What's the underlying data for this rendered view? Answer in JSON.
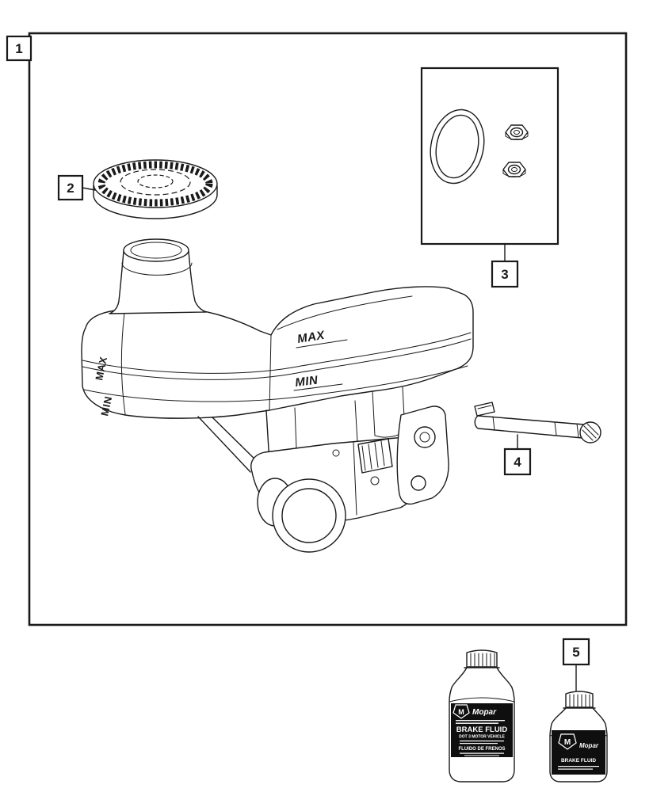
{
  "colors": {
    "background": "#ffffff",
    "ink": "#1a1a1a",
    "label_bg": "#0f0f0f",
    "label_text": "#ffffff"
  },
  "callouts": {
    "assembly": "1",
    "cap": "2",
    "hardware_kit": "3",
    "retainer_pin": "4",
    "brake_fluid": "5"
  },
  "reservoir_markings": {
    "top_max": "MAX",
    "top_min": "MIN",
    "side_max": "MAX",
    "side_min": "MIN"
  },
  "fluid_bottles": {
    "large": {
      "brand": "Mopar",
      "logo_letter": "M",
      "title": "BRAKE FLUID",
      "subtitle": "DOT 3 MOTOR VEHICLE",
      "intl_title": "FLUIDO DE FRENOS"
    },
    "small": {
      "brand": "Mopar",
      "logo_letter": "M",
      "title": "BRAKE FLUID"
    }
  }
}
